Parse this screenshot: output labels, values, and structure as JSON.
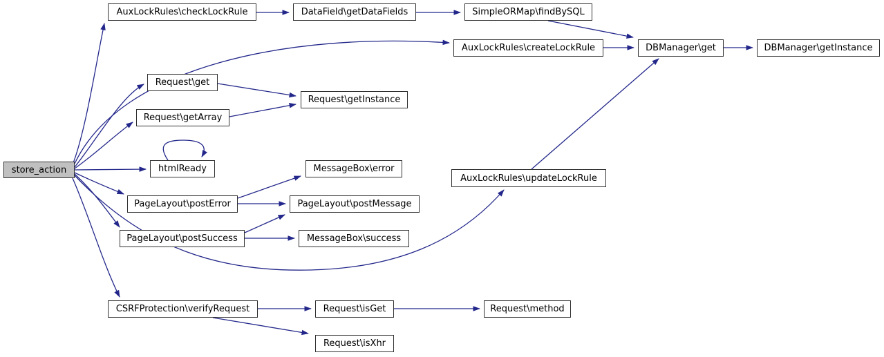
{
  "diagram": {
    "type": "call-graph",
    "root_function": "store_action",
    "background_color": "#ffffff",
    "edge_color": "#23278a",
    "node_fill_color": "#ffffff",
    "node_border_color": "#2f2f2f",
    "highlight_fill_color": "#c0c0c0",
    "text_color": "#000000"
  },
  "nodes": [
    {
      "key": "storeAction",
      "label": "store_action",
      "highlight": true
    },
    {
      "key": "checkLockRule",
      "label": "AuxLockRules\\checkLockRule",
      "highlight": false
    },
    {
      "key": "getDataFields",
      "label": "DataField\\getDataFields",
      "highlight": false
    },
    {
      "key": "findBySQL",
      "label": "SimpleORMap\\findBySQL",
      "highlight": false
    },
    {
      "key": "createLockRule",
      "label": "AuxLockRules\\createLockRule",
      "highlight": false
    },
    {
      "key": "dbGet",
      "label": "DBManager\\get",
      "highlight": false
    },
    {
      "key": "dbGetInstance",
      "label": "DBManager\\getInstance",
      "highlight": false
    },
    {
      "key": "requestGet",
      "label": "Request\\get",
      "highlight": false
    },
    {
      "key": "requestGetInstance",
      "label": "Request\\getInstance",
      "highlight": false
    },
    {
      "key": "requestGetArray",
      "label": "Request\\getArray",
      "highlight": false
    },
    {
      "key": "htmlReady",
      "label": "htmlReady",
      "highlight": false
    },
    {
      "key": "mbError",
      "label": "MessageBox\\error",
      "highlight": false
    },
    {
      "key": "updateLockRule",
      "label": "AuxLockRules\\updateLockRule",
      "highlight": false
    },
    {
      "key": "postError",
      "label": "PageLayout\\postError",
      "highlight": false
    },
    {
      "key": "postMessage",
      "label": "PageLayout\\postMessage",
      "highlight": false
    },
    {
      "key": "postSuccess",
      "label": "PageLayout\\postSuccess",
      "highlight": false
    },
    {
      "key": "mbSuccess",
      "label": "MessageBox\\success",
      "highlight": false
    },
    {
      "key": "verifyRequest",
      "label": "CSRFProtection\\verifyRequest",
      "highlight": false
    },
    {
      "key": "isGet",
      "label": "Request\\isGet",
      "highlight": false
    },
    {
      "key": "method",
      "label": "Request\\method",
      "highlight": false
    },
    {
      "key": "isXhr",
      "label": "Request\\isXhr",
      "highlight": false
    }
  ],
  "edges": [
    {
      "from": "storeAction",
      "to": "checkLockRule"
    },
    {
      "from": "storeAction",
      "to": "createLockRule"
    },
    {
      "from": "storeAction",
      "to": "requestGet"
    },
    {
      "from": "storeAction",
      "to": "requestGetArray"
    },
    {
      "from": "storeAction",
      "to": "htmlReady"
    },
    {
      "from": "storeAction",
      "to": "postError"
    },
    {
      "from": "storeAction",
      "to": "postSuccess"
    },
    {
      "from": "storeAction",
      "to": "updateLockRule"
    },
    {
      "from": "storeAction",
      "to": "verifyRequest"
    },
    {
      "from": "checkLockRule",
      "to": "getDataFields"
    },
    {
      "from": "getDataFields",
      "to": "findBySQL"
    },
    {
      "from": "findBySQL",
      "to": "dbGet"
    },
    {
      "from": "createLockRule",
      "to": "dbGet"
    },
    {
      "from": "dbGet",
      "to": "dbGetInstance"
    },
    {
      "from": "requestGet",
      "to": "requestGetInstance"
    },
    {
      "from": "requestGetArray",
      "to": "requestGetInstance"
    },
    {
      "from": "htmlReady",
      "to": "htmlReady"
    },
    {
      "from": "postError",
      "to": "mbError"
    },
    {
      "from": "postError",
      "to": "postMessage"
    },
    {
      "from": "postSuccess",
      "to": "postMessage"
    },
    {
      "from": "postSuccess",
      "to": "mbSuccess"
    },
    {
      "from": "updateLockRule",
      "to": "dbGet"
    },
    {
      "from": "verifyRequest",
      "to": "isGet"
    },
    {
      "from": "verifyRequest",
      "to": "isXhr"
    },
    {
      "from": "isGet",
      "to": "method"
    }
  ]
}
